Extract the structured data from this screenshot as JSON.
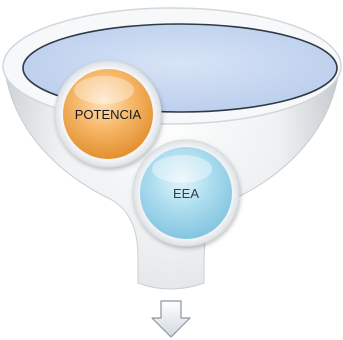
{
  "diagram": {
    "type": "funnel",
    "items": [
      {
        "label": "POTENCIA",
        "color": "#F2A03F"
      },
      {
        "label": "EEA",
        "color": "#9DD3E8"
      }
    ],
    "funnel_colors": {
      "body": "#E9ECEE",
      "rim_fill": "#C6D7F0",
      "rim_stroke": "#2E3A45"
    },
    "output_arrow_icon": "arrow-down-icon"
  }
}
